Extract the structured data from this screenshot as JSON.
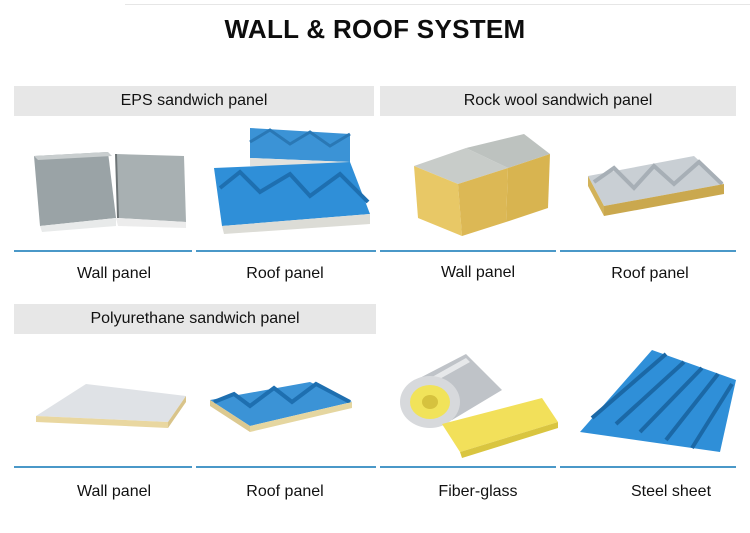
{
  "title": "WALL & ROOF SYSTEM",
  "sections": [
    {
      "label": "EPS sandwich panel",
      "items": [
        {
          "caption": "Wall panel"
        },
        {
          "caption": "Roof panel"
        }
      ]
    },
    {
      "label": "Rock wool sandwich panel",
      "items": [
        {
          "caption": "Wall panel"
        },
        {
          "caption": "Roof panel"
        }
      ]
    },
    {
      "label": "Polyurethane sandwich panel",
      "items": [
        {
          "caption": "Wall panel"
        },
        {
          "caption": "Roof panel"
        }
      ]
    },
    {
      "label": "",
      "items": [
        {
          "caption": "Fiber-glass"
        },
        {
          "caption": "Steel sheet"
        }
      ]
    }
  ],
  "colors": {
    "banner_bg": "#e7e7e7",
    "divider_blue": "#4a98c8",
    "panel_blue": "#2f8fd8",
    "rockwool_yellow": "#e8c866",
    "fiberglass_yellow": "#f2e05a"
  }
}
